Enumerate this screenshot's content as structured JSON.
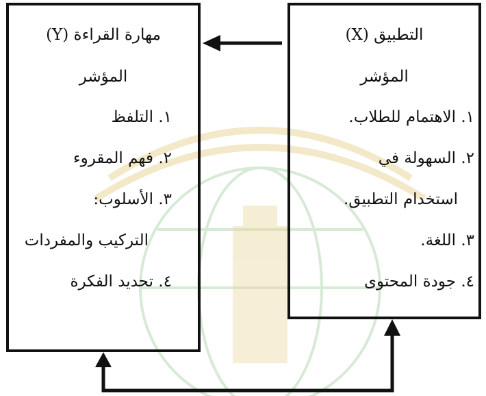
{
  "box_y": {
    "title": "مهارة القراءة (Y)",
    "indicator_label": "المؤشر",
    "items": [
      "١. التلفظ",
      "٢. فهم المقروء",
      "٣. الأسلوب:",
      "التركيب والمفردات",
      "٤. تحديد الفكرة"
    ]
  },
  "box_x": {
    "title": "التطبيق (X)",
    "indicator_label": "المؤشر",
    "items": [
      "١. الاهتمام للطلاب.",
      "٢. السهولة في",
      "استخدام التطبيق.",
      "٣. اللغة.",
      "٤. جودة المحتوى"
    ]
  },
  "colors": {
    "line": "#111111",
    "watermark_green": "#b7d9b5",
    "watermark_gold": "#ecd9a4"
  }
}
